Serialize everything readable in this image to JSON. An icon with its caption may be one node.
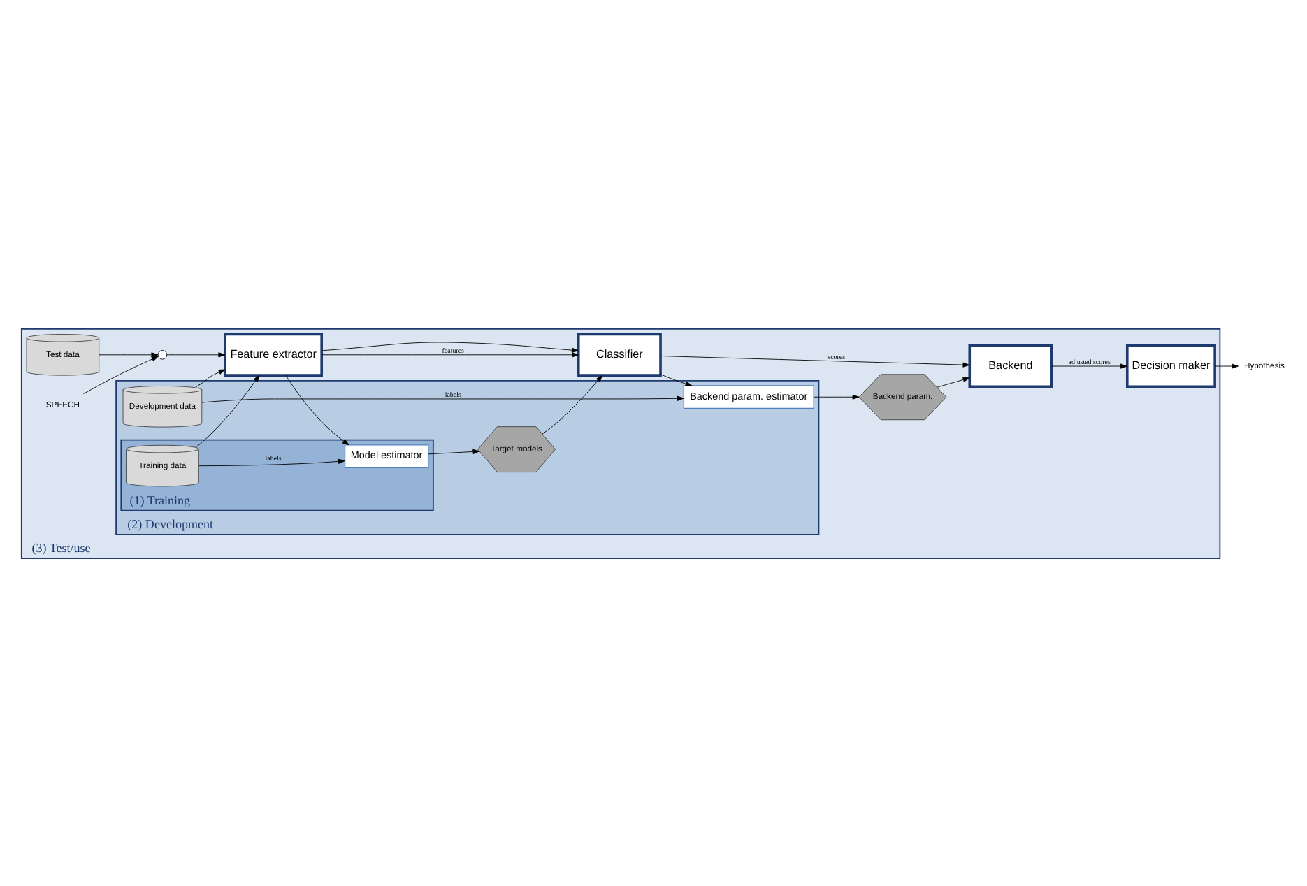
{
  "diagram": {
    "nodes": [
      {
        "text": [
          "(3) Test/use"
        ]
      },
      {
        "text": [
          "Test data"
        ],
        "in": 0
      },
      {
        "text": [
          "SPEECH"
        ],
        "in": 0
      },
      {
        "text": [],
        "shape": "circle",
        "in": 0
      },
      {
        "text": [
          "Feature extractor"
        ],
        "in": 0
      },
      {
        "text": [
          "Classifier"
        ],
        "in": 0
      },
      {
        "text": [
          "Backend"
        ],
        "in": 0
      },
      {
        "text": [
          "(2) Development"
        ],
        "in": 0
      },
      {
        "text": [
          "(1) Training"
        ],
        "in": 7
      },
      {
        "text": [
          "Training data"
        ],
        "in": 8
      },
      {
        "text": [
          "Model estimator"
        ],
        "in": 8
      },
      {
        "text": [
          "Target models"
        ],
        "in": 7
      },
      {
        "text": [
          "Backend param."
        ],
        "in": 0
      },
      {
        "text": [
          "Development data"
        ],
        "in": 7
      },
      {
        "text": [
          "Backend param. estimator"
        ],
        "in": 7
      },
      {
        "text": [
          "Decision maker"
        ],
        "in": 0
      },
      {
        "text": [
          "Hypothesis"
        ]
      }
    ],
    "edges": [
      {
        "from": 1,
        "to": 3,
        "arrow": "to"
      },
      {
        "from": 2,
        "to": 3,
        "arrow": "to"
      },
      {
        "from": 3,
        "to": 4,
        "arrow": "to"
      },
      {
        "from": 4,
        "to": 5,
        "arrow": "to",
        "label": "features"
      },
      {
        "from": 5,
        "to": 6,
        "arrow": "to",
        "label": "scores"
      },
      {
        "from": 6,
        "to": 15,
        "arrow": "to",
        "label": "adjusted scores"
      },
      {
        "from": 15,
        "to": 16,
        "arrow": "to"
      },
      {
        "from": 9,
        "to": 4,
        "arrow": "to"
      },
      {
        "from": 4,
        "to": 10,
        "arrow": "to"
      },
      {
        "from": 9,
        "to": 10,
        "arrow": "to",
        "label": "labels"
      },
      {
        "from": 10,
        "to": 11,
        "arrow": "to"
      },
      {
        "from": 11,
        "to": 5,
        "arrow": "to"
      },
      {
        "from": 13,
        "to": 4,
        "arrow": "to"
      },
      {
        "from": 4,
        "to": 5,
        "arrow": "to"
      },
      {
        "from": 5,
        "to": 14,
        "arrow": "to"
      },
      {
        "from": 13,
        "to": 14,
        "arrow": "to",
        "label": "labels"
      },
      {
        "from": 14,
        "to": 12,
        "arrow": "to"
      },
      {
        "from": 12,
        "to": 6,
        "arrow": "to"
      }
    ]
  }
}
